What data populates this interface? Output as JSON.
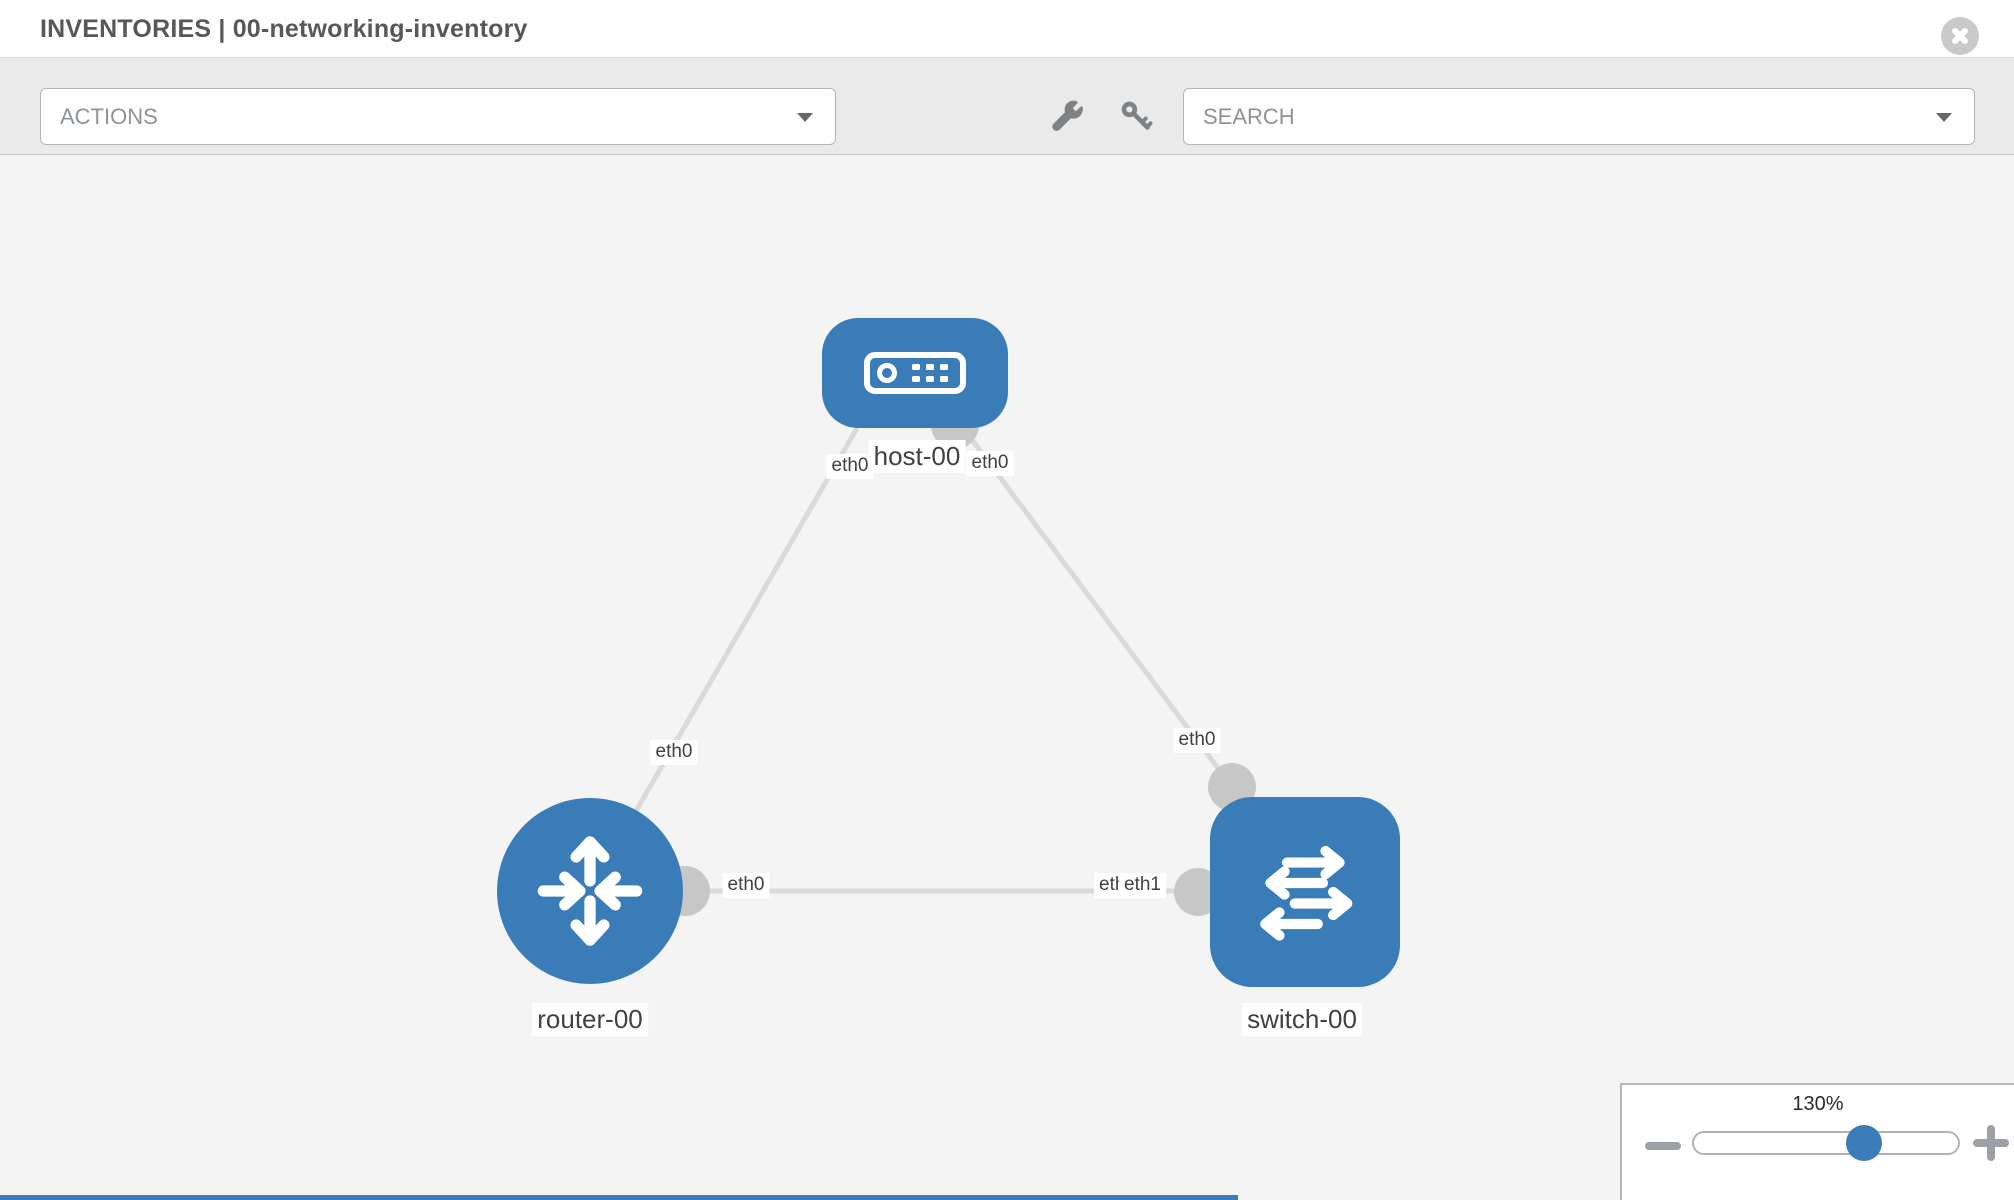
{
  "header": {
    "title": "INVENTORIES | 00-networking-inventory"
  },
  "toolbar": {
    "actions_label": "ACTIONS",
    "search_label": "SEARCH",
    "icons": [
      "wrench-icon",
      "key-icon"
    ]
  },
  "topology": {
    "nodes": [
      {
        "id": "host-00",
        "type": "host",
        "label": "host-00"
      },
      {
        "id": "router-00",
        "type": "router",
        "label": "router-00"
      },
      {
        "id": "switch-00",
        "type": "switch",
        "label": "switch-00"
      }
    ],
    "links": [
      {
        "from": "host-00",
        "to": "router-00",
        "from_iface": "eth0",
        "to_iface": "eth0"
      },
      {
        "from": "host-00",
        "to": "switch-00",
        "from_iface": "eth0",
        "to_iface": "eth0"
      },
      {
        "from": "router-00",
        "to": "switch-00",
        "from_iface": "eth0",
        "to_iface": "eth1"
      }
    ],
    "iface_labels": [
      {
        "text": "eth0"
      },
      {
        "text": "eth0"
      },
      {
        "text": "eth0"
      },
      {
        "text": "eth0"
      },
      {
        "text": "eth0"
      },
      {
        "text": "eth0"
      },
      {
        "text": "eth1"
      }
    ]
  },
  "zoom_control": {
    "value": "130%"
  },
  "colors": {
    "node_blue": "#3a7cb8",
    "link_gray": "#dadada",
    "port_gray": "#c7c7c7",
    "toolbar_bg": "#eaeaea",
    "canvas_bg": "#f4f4f4",
    "title_text": "#58585a",
    "control_text": "#8e9398"
  }
}
